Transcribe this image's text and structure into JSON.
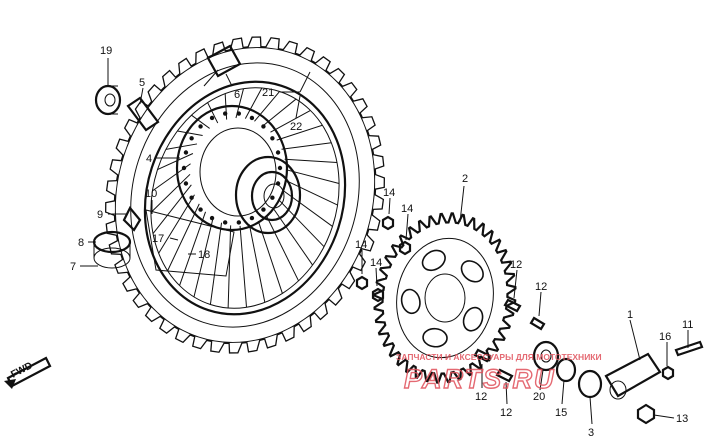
{
  "callouts": {
    "n19": "19",
    "n5": "5",
    "n6": "6",
    "n21": "21",
    "n22": "22",
    "n4": "4",
    "n10": "10",
    "n9": "9",
    "n8": "8",
    "n7": "7",
    "n17": "17",
    "n18": "18",
    "n2": "2",
    "n14a": "14",
    "n14b": "14",
    "n14c": "14",
    "n14d": "14",
    "n12a": "12",
    "n12b": "12",
    "n12c": "12",
    "n12d": "12",
    "n20": "20",
    "n15": "15",
    "n3": "3",
    "n1": "1",
    "n16": "16",
    "n11": "11",
    "n13": "13"
  },
  "fwd_label": "FWD",
  "watermark": {
    "tagline": "ЗАПЧАСТИ И АКСЕССУАРЫ ДЛЯ МОТОТЕХНИКИ",
    "brand": "PARTS.RU"
  },
  "colors": {
    "line": "#111111",
    "watermark": "#e0505a"
  }
}
